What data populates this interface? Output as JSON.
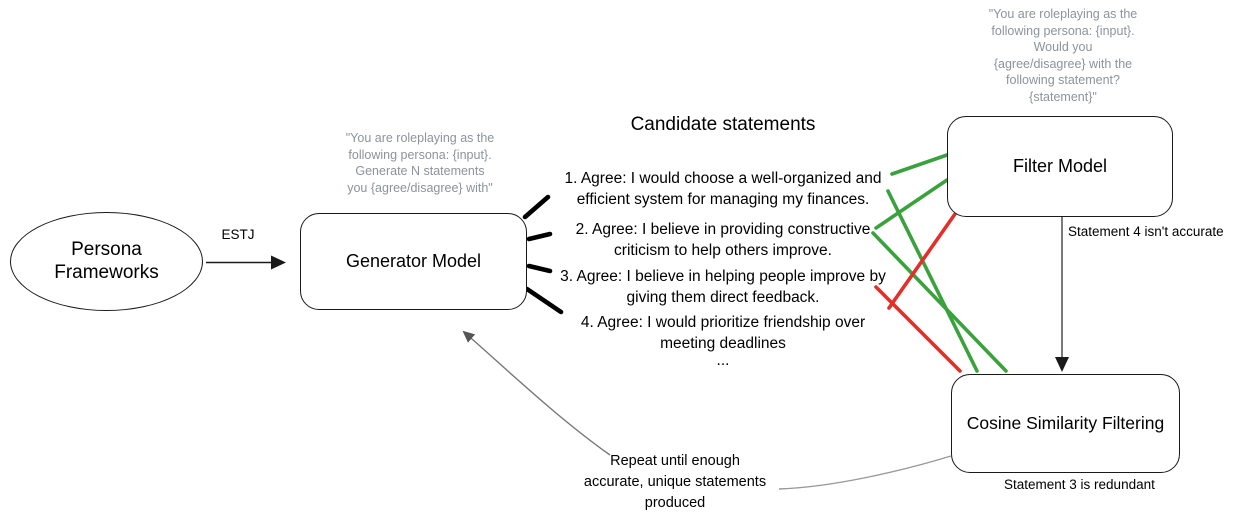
{
  "nodes": {
    "persona": {
      "line1": "Persona",
      "line2": "Frameworks"
    },
    "generator": {
      "label": "Generator Model"
    },
    "filter": {
      "label": "Filter Model"
    },
    "cosine": {
      "label": "Cosine Similarity Filtering"
    }
  },
  "prompts": {
    "generator_lines": [
      "\"You are roleplaying as the",
      "following persona: {input}.",
      "Generate N statements",
      "you {agree/disagree} with\""
    ],
    "filter_lines": [
      "\"You are roleplaying as the",
      "following persona: {input}.",
      "Would you",
      "{agree/disagree} with the",
      "following statement?",
      "{statement}\""
    ]
  },
  "candidate": {
    "title": "Candidate statements",
    "statements": [
      {
        "l1": "1. Agree: I would choose a well-organized and",
        "l2": "efficient system for managing my finances."
      },
      {
        "l1": "2. Agree: I believe in providing constructive",
        "l2": "criticism to help others improve."
      },
      {
        "l1": "3. Agree: I believe in helping people improve by",
        "l2": "giving them direct feedback."
      },
      {
        "l1": "4. Agree: I would prioritize friendship over",
        "l2": "meeting deadlines"
      }
    ],
    "ellipsis": "..."
  },
  "labels": {
    "estj": "ESTJ",
    "filter_note": "Statement 4 isn't accurate",
    "cosine_note": "Statement 3 is redundant",
    "repeat_lines": [
      "Repeat until enough",
      "accurate, unique statements",
      "produced"
    ]
  },
  "colors": {
    "accept_green": "#3aa23c",
    "reject_red": "#e42f29",
    "prompt_gray": "#8d939c",
    "arrow_gray": "#8a8a8a",
    "ink": "#1a1a1a"
  }
}
